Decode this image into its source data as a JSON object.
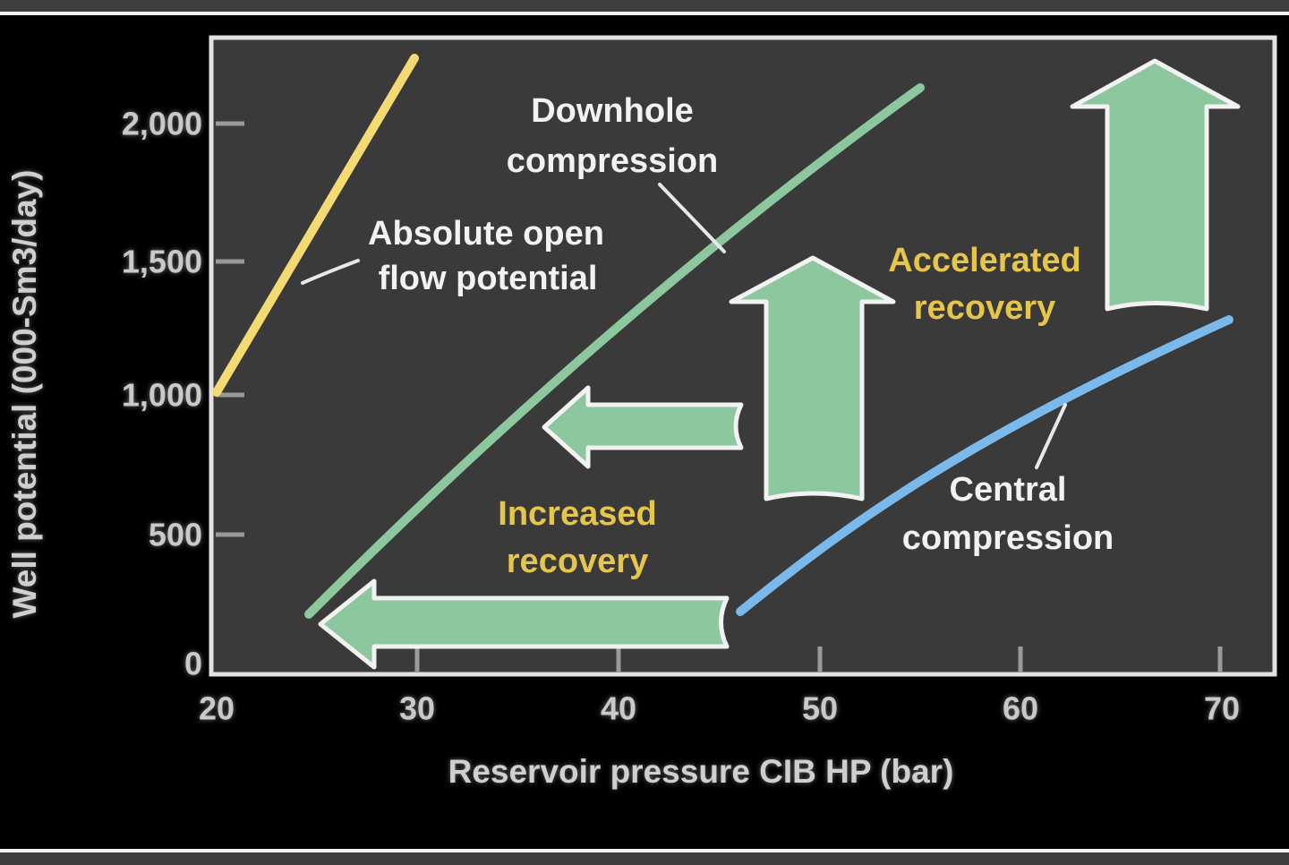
{
  "labels": {
    "downhole_line1": "Downhole",
    "downhole_line2": "compression",
    "aof_line1": "Absolute open",
    "aof_line2": "flow potential",
    "accelerated_line1": "Accelerated",
    "accelerated_line2": "recovery",
    "increased_line1": "Increased",
    "increased_line2": "recovery",
    "central_line1": "Central",
    "central_line2": "compression"
  },
  "axes": {
    "x_title": "Reservoir pressure CIB HP (bar)",
    "y_title": "Well potential (000-Sm3/day)",
    "x_ticks": [
      "20",
      "30",
      "40",
      "50",
      "60",
      "70"
    ],
    "y_ticks": [
      "0",
      "500",
      "1,000",
      "1,500",
      "2,000"
    ]
  },
  "colors": {
    "line_aof": "#f4da73",
    "line_downhole": "#8cc79d",
    "line_central": "#7ab9ec",
    "arrow_fill": "#8cc79d",
    "arrow_outline": "#f2f2f2",
    "label_white": "#f2f2f2",
    "label_gold": "#e6c54d",
    "tick_text": "#c9c9c9",
    "plot_background": "#3a3a3a",
    "page_background": "#000000",
    "frame": "#e2e2e2"
  },
  "chart_data": {
    "type": "line",
    "title": "",
    "xlabel": "Reservoir pressure CIB HP (bar)",
    "ylabel": "Well potential (000-Sm3/day)",
    "xlim": [
      20,
      70
    ],
    "ylim": [
      0,
      2300
    ],
    "x_ticks": [
      20,
      30,
      40,
      50,
      60,
      70
    ],
    "y_ticks": [
      0,
      500,
      1000,
      1500,
      2000
    ],
    "grid": false,
    "legend": "none (curves labeled by in-plot annotations)",
    "series": [
      {
        "name": "Absolute open flow potential",
        "color": "#f4da73",
        "x": [
          20.0,
          29.8
        ],
        "y": [
          1030,
          2240
        ]
      },
      {
        "name": "Downhole compression",
        "color": "#8cc79d",
        "x": [
          24.6,
          40.0,
          55.0
        ],
        "y": [
          220,
          1260,
          2130
        ]
      },
      {
        "name": "Central compression",
        "color": "#7ab9ec",
        "x": [
          46.0,
          58.3,
          70.4
        ],
        "y": [
          230,
          975,
          1290
        ]
      }
    ],
    "annotations": [
      {
        "text": "Downhole compression",
        "color": "#f2f2f2",
        "points_to": "Downhole compression curve"
      },
      {
        "text": "Absolute open flow potential",
        "color": "#f2f2f2",
        "points_to": "Absolute open flow potential curve"
      },
      {
        "text": "Central compression",
        "color": "#f2f2f2",
        "points_to": "Central compression curve"
      },
      {
        "text": "Increased recovery",
        "color": "#e6c54d",
        "refers_to": "left-pointing arrows"
      },
      {
        "text": "Accelerated recovery",
        "color": "#e6c54d",
        "refers_to": "up-pointing arrows"
      }
    ],
    "arrows": [
      {
        "direction": "left",
        "from_bar": 45.4,
        "to_bar": 25.2,
        "at_value": 185
      },
      {
        "direction": "left",
        "from_bar": 46.1,
        "to_bar": 36.3,
        "at_value": 905
      },
      {
        "direction": "up",
        "at_bar": 49.7,
        "from_value": 630,
        "to_value": 1510
      },
      {
        "direction": "up",
        "at_bar": 66.7,
        "from_value": 1330,
        "to_value": 2230
      }
    ]
  }
}
